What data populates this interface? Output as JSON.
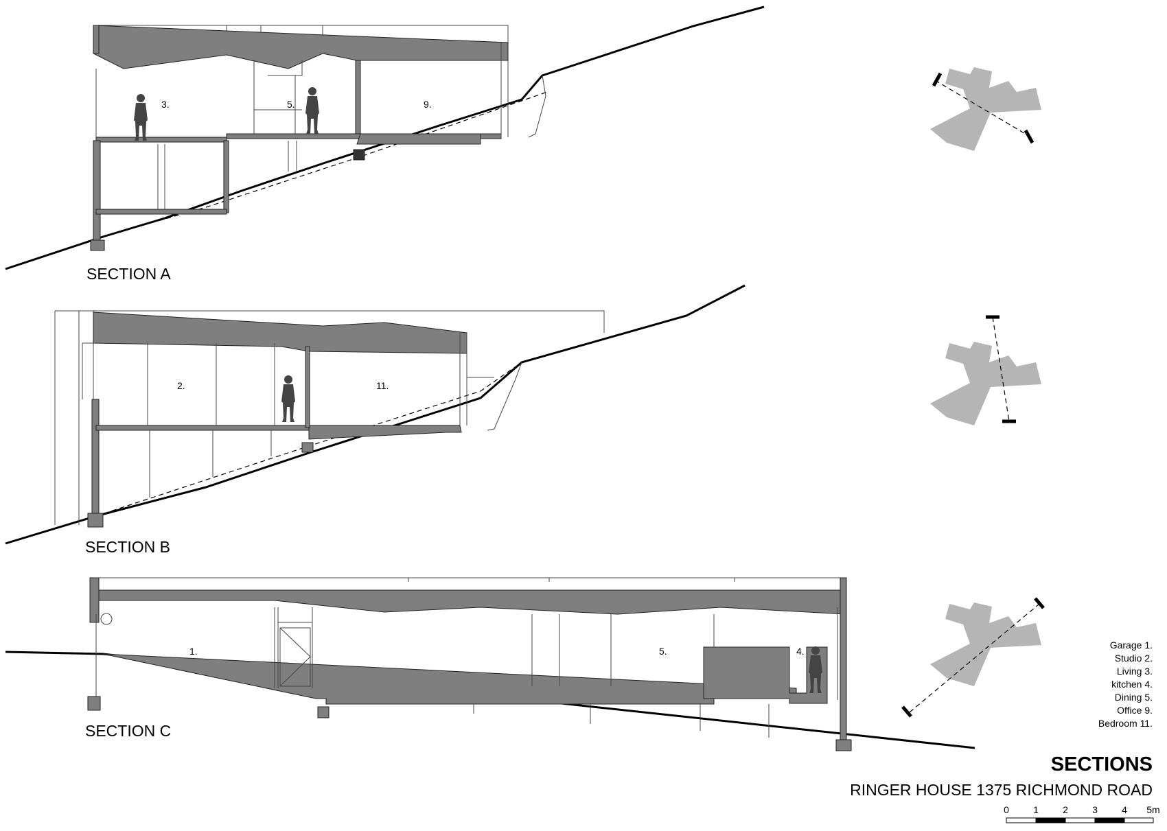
{
  "sections": [
    {
      "id": "a",
      "label": "SECTION A",
      "rooms": [
        "3.",
        "5.",
        "9."
      ]
    },
    {
      "id": "b",
      "label": "SECTION B",
      "rooms": [
        "2.",
        "11."
      ]
    },
    {
      "id": "c",
      "label": "SECTION C",
      "rooms": [
        "1.",
        "5.",
        "4."
      ]
    }
  ],
  "legend": [
    {
      "name": "Garage",
      "num": "1."
    },
    {
      "name": "Studio",
      "num": "2."
    },
    {
      "name": "Living",
      "num": "3."
    },
    {
      "name": "kitchen",
      "num": "4."
    },
    {
      "name": "Dining",
      "num": "5."
    },
    {
      "name": "Office",
      "num": "9."
    },
    {
      "name": "Bedroom",
      "num": "11."
    }
  ],
  "title": {
    "main": "SECTIONS",
    "sub": "RINGER HOUSE 1375 RICHMOND ROAD"
  },
  "scale_bar": {
    "ticks": [
      "0",
      "1",
      "2",
      "3",
      "4",
      "5m"
    ]
  },
  "colors": {
    "cut_fill": "#7f7f7f",
    "key_plan": "#b5b5b5",
    "line": "#000000"
  }
}
